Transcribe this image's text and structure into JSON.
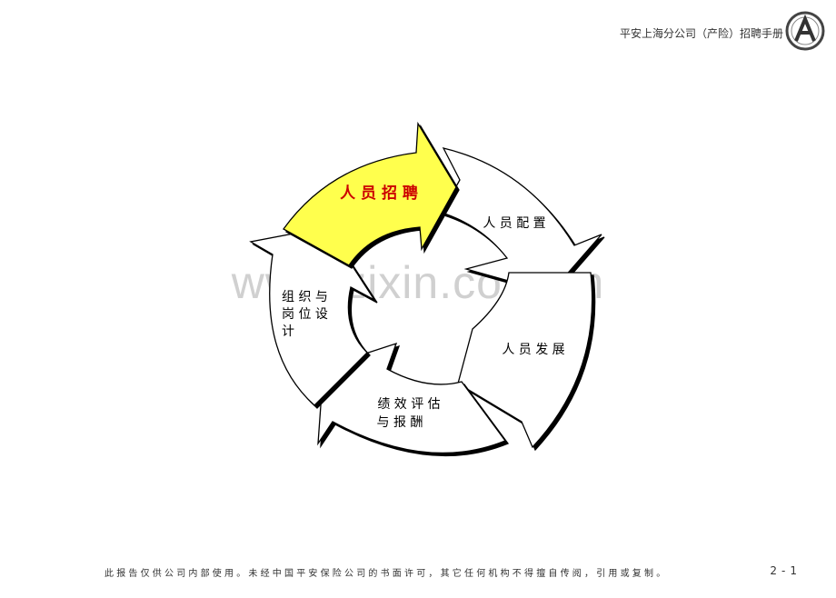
{
  "header": {
    "title": "平安上海分公司（产险）招聘手册"
  },
  "watermark": "www.zixin.com.cn",
  "cycle": {
    "recruit": "人 员 招 聘",
    "placement": "人 员 配 置",
    "development": "人 员 发 展",
    "evaluation": [
      "绩 效 评 估",
      "与 报 酬"
    ],
    "org_design": [
      "组 织 与",
      "岗 位 设",
      "计"
    ]
  },
  "colors": {
    "highlight_fill": "#ffff4d",
    "highlight_text": "#cc0000",
    "arrow_fill": "#ffffff"
  },
  "footer": {
    "note": "此报告仅供公司内部使用。未经中国平安保险公司的书面许可，其它任何机构不得擅自传阅，引用或复制。",
    "page": "2-1"
  }
}
